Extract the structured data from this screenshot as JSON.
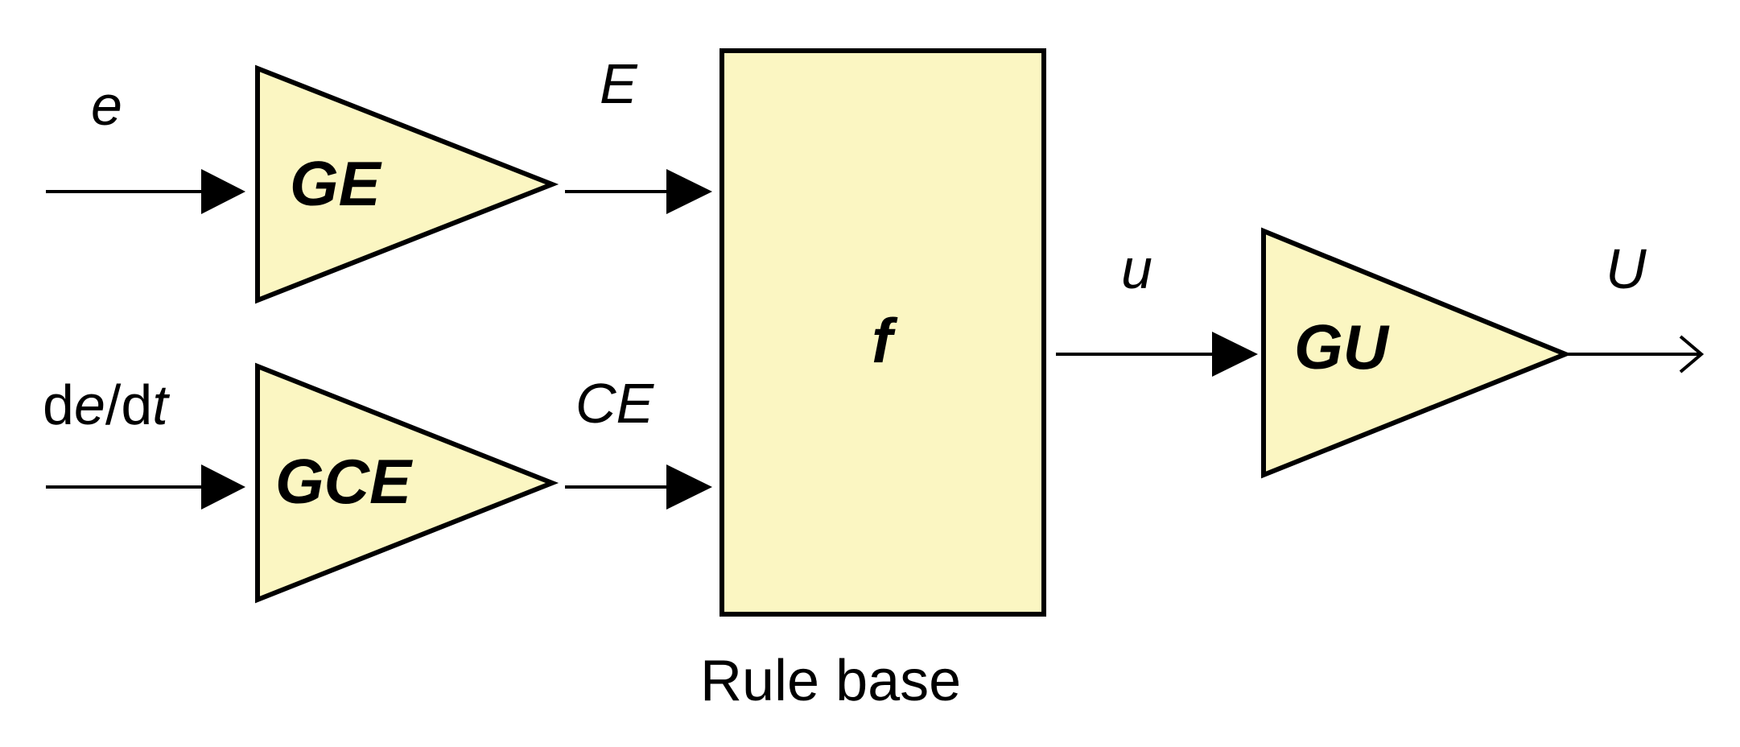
{
  "diagram": {
    "colors": {
      "block_fill": "#fbf6c2",
      "stroke": "#000000",
      "background": "#ffffff"
    },
    "signals": {
      "input_e": "e",
      "input_dedt": {
        "d1": "d",
        "e": "e",
        "slash_d": "/d",
        "t": "t"
      },
      "E": "E",
      "CE": "CE",
      "u": "u",
      "U": "U"
    },
    "blocks": {
      "ge": {
        "label": "GE"
      },
      "gce": {
        "label": "GCE"
      },
      "rule_base": {
        "label": "f",
        "caption": "Rule base"
      },
      "gu": {
        "label": "GU"
      }
    }
  }
}
